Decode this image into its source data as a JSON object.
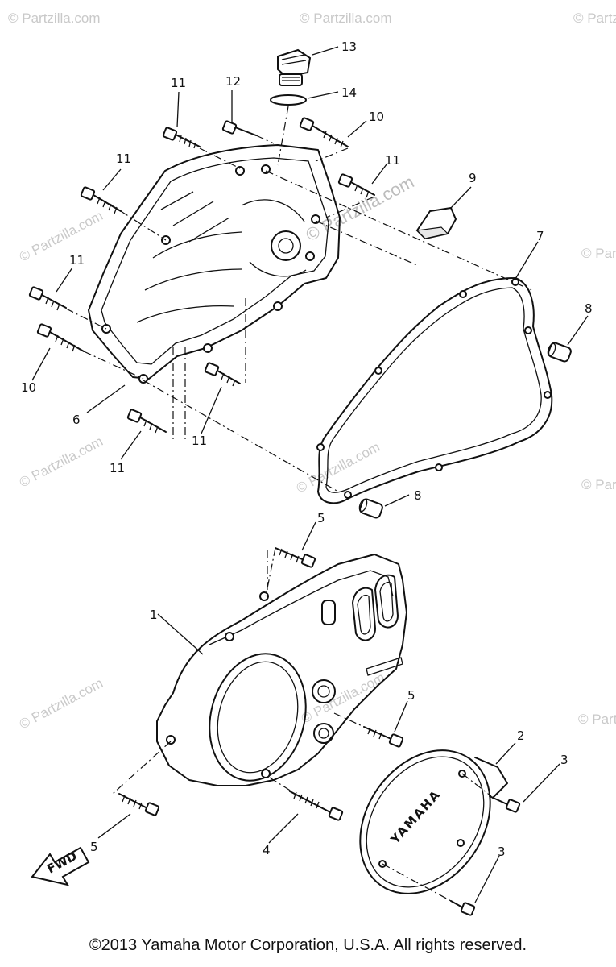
{
  "watermarks": [
    "© Partzilla.com",
    "© Partzilla.com",
    "© Partzilla.com",
    "© Partzilla.com",
    "© Partzilla.com",
    "© Partzilla.com",
    "© Partzilla.com",
    "© Partzilla.com",
    "© Partzilla.com",
    "© Partzilla.com",
    "© Partzilla.com",
    "© Partzilla.com"
  ],
  "callouts": [
    "13",
    "14",
    "12",
    "11",
    "10",
    "11",
    "9",
    "11",
    "7",
    "11",
    "8",
    "10",
    "6",
    "11",
    "11",
    "8",
    "5",
    "1",
    "5",
    "2",
    "3",
    "5",
    "4",
    "3"
  ],
  "cover_logo": "YAMAHA",
  "fwd_label": "FWD",
  "copyright": "©2013  Yamaha Motor Corporation, U.S.A. All rights reserved."
}
